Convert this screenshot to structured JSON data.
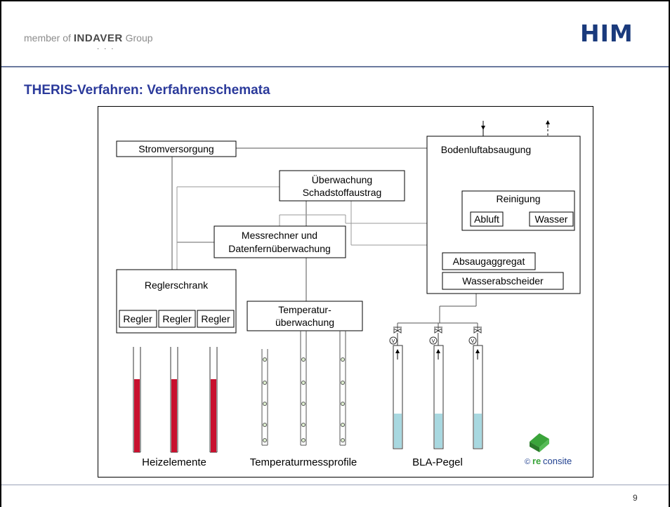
{
  "header": {
    "member_prefix": "member of",
    "brand_name": "INDAVER",
    "group_label": "Group",
    "logo_text": "HIM"
  },
  "title": "THERIS-Verfahren: Verfahrenschemata",
  "page_number": "9",
  "diagram": {
    "boxes": {
      "stromversorgung": "Stromversorgung",
      "ueberwachung_line1": "Überwachung",
      "ueberwachung_line2": "Schadstoffaustrag",
      "messrechner_line1": "Messrechner und",
      "messrechner_line2": "Datenfernüberwachung",
      "reglerschrank": "Reglerschrank",
      "regler": [
        "Regler",
        "Regler",
        "Regler"
      ],
      "temperatur_line1": "Temperatur-",
      "temperatur_line2": "überwachung",
      "bodenluft": "Bodenluftabsaugung",
      "reinigung": "Reinigung",
      "abluft": "Abluft",
      "wasser": "Wasser",
      "absaugaggregat": "Absaugaggregat",
      "wasserabscheider": "Wasserabscheider"
    },
    "valve_symbol": "V",
    "captions": {
      "heizelemente": "Heizelemente",
      "temperaturmessprofile": "Temperaturmessprofile",
      "bla_pegel": "BLA-Pegel"
    },
    "copyright": {
      "symbol": "©",
      "re": "re",
      "consite": "consite"
    }
  },
  "colors": {
    "title": "#2b3a9b",
    "logo": "#1a3a7c",
    "heater": "#c8102e",
    "water": "#a8d8e0",
    "reconsite_green": "#3aa43a",
    "reconsite_blue": "#1f3f8f"
  }
}
